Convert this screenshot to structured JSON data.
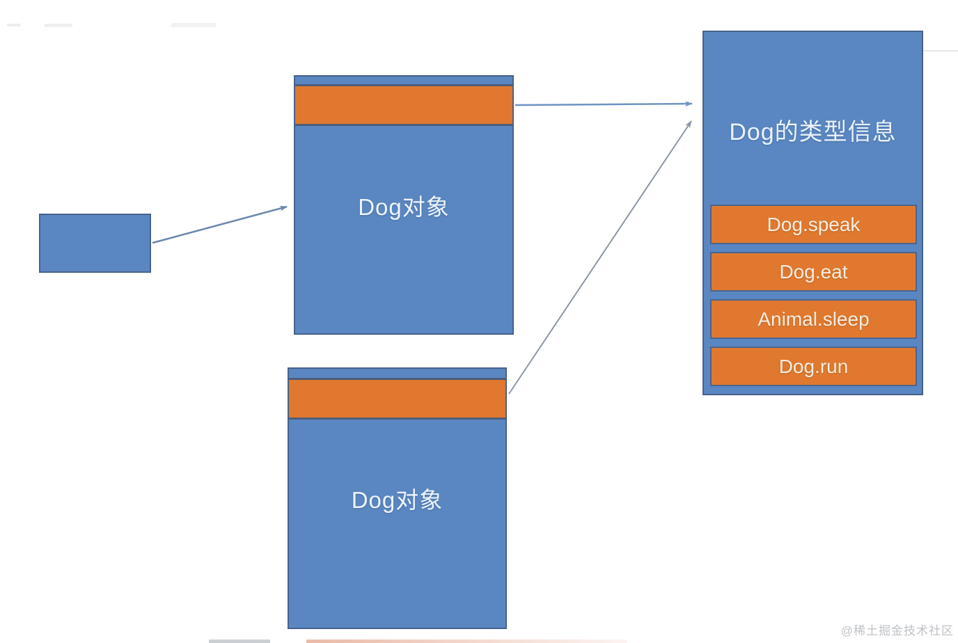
{
  "diagram": {
    "pointer_box": {
      "label": ""
    },
    "top_object": {
      "label": "Dog对象"
    },
    "bottom_object": {
      "label": "Dog对象"
    },
    "type_info": {
      "title": "Dog的类型信息",
      "methods": [
        "Dog.speak",
        "Dog.eat",
        "Animal.sleep",
        "Dog.run"
      ]
    },
    "colors": {
      "box_blue": "#5a87c2",
      "band_orange": "#e0792f",
      "box_border": "#47618c",
      "arrow_blue": "#6e93c4",
      "arrow_gray": "#8c95a6",
      "text_light": "#eef4fb"
    }
  },
  "watermark": "@稀土掘金技术社区"
}
